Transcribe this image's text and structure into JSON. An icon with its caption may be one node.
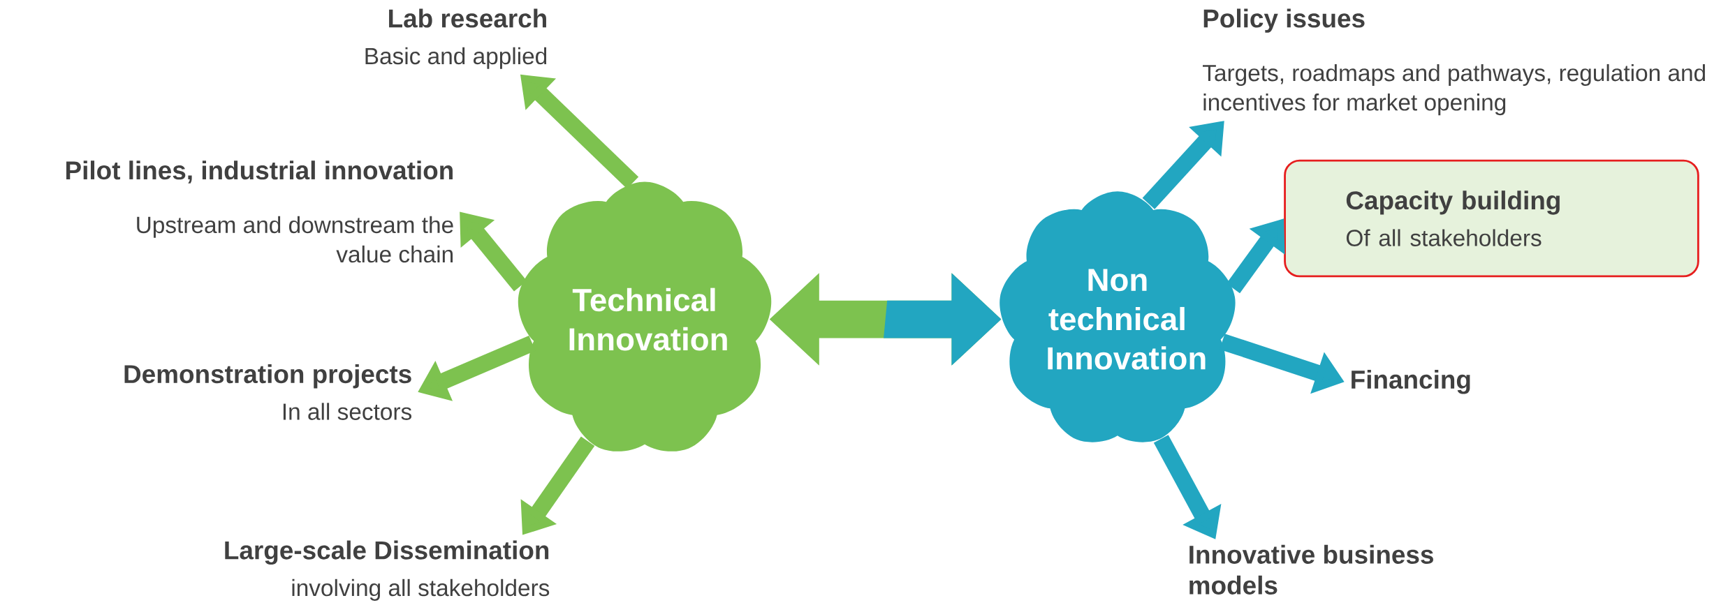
{
  "diagram": {
    "nodes": [
      {
        "text": [
          "Technical Innovation"
        ]
      },
      {
        "text": [
          "Lab research",
          "Basic and applied"
        ]
      },
      {
        "text": [
          "Pilot lines, industrial innovation",
          "Upstream and downstream the value chain"
        ]
      },
      {
        "text": [
          "Demonstration projects",
          "In all sectors"
        ]
      },
      {
        "text": [
          "Large-scale Dissemination",
          "involving all stakeholders"
        ]
      },
      {
        "text": [
          "Non technical Innovation"
        ]
      },
      {
        "text": [
          "Policy issues",
          "Targets, roadmaps and pathways, regulation and incentives for market opening"
        ]
      },
      {
        "text": [
          "Capacity building",
          "Of all stakeholders"
        ]
      },
      {
        "text": [
          "Financing"
        ]
      },
      {
        "text": [
          "Innovative business models"
        ]
      }
    ],
    "edges": [
      {
        "from": 0,
        "to": 1,
        "arrow": "to",
        "color": "#7dc24f"
      },
      {
        "from": 0,
        "to": 2,
        "arrow": "to",
        "color": "#7dc24f"
      },
      {
        "from": 0,
        "to": 3,
        "arrow": "to",
        "color": "#7dc24f"
      },
      {
        "from": 0,
        "to": 4,
        "arrow": "to",
        "color": "#7dc24f"
      },
      {
        "from": 0,
        "to": 5,
        "arrow": "both",
        "style": "thick"
      },
      {
        "from": 5,
        "to": 6,
        "arrow": "to",
        "color": "#22a6c1"
      },
      {
        "from": 5,
        "to": 7,
        "arrow": "to",
        "color": "#22a6c1"
      },
      {
        "from": 5,
        "to": 8,
        "arrow": "to",
        "color": "#22a6c1"
      },
      {
        "from": 5,
        "to": 9,
        "arrow": "to",
        "color": "#22a6c1"
      }
    ]
  }
}
